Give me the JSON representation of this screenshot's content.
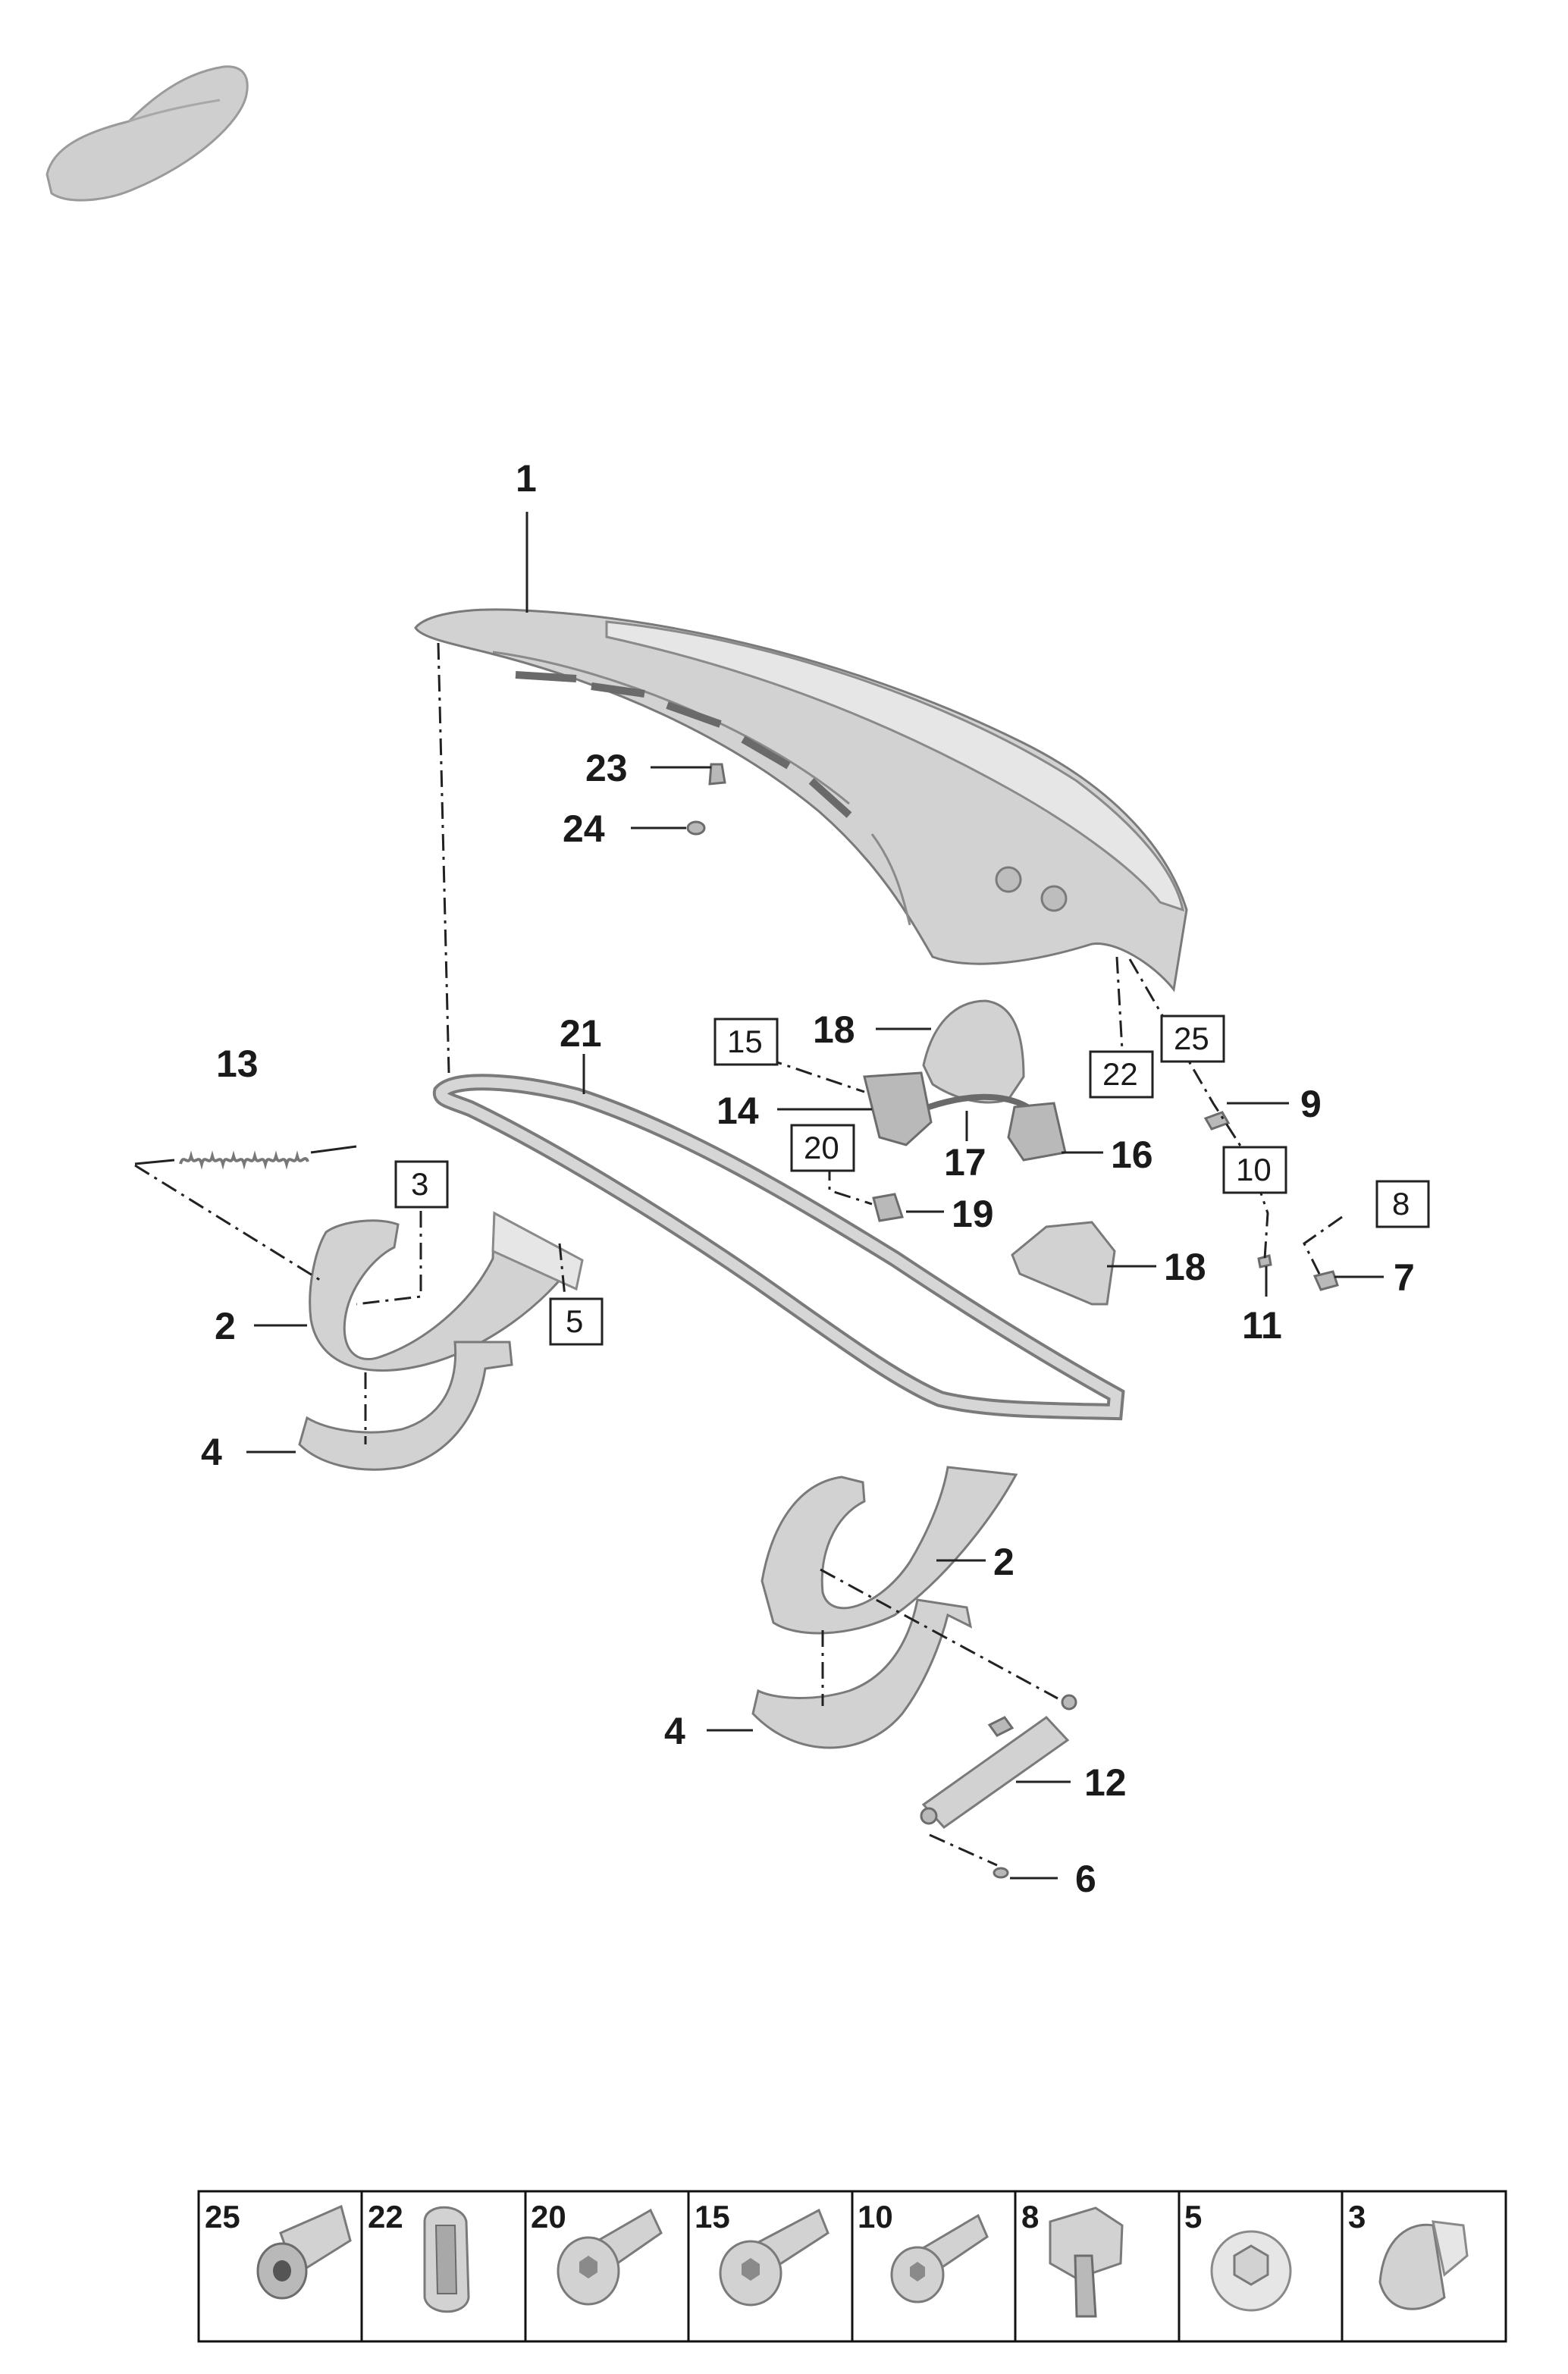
{
  "callouts": {
    "c1": "1",
    "c2a": "2",
    "c2b": "2",
    "c4a": "4",
    "c4b": "4",
    "c6": "6",
    "c7": "7",
    "c9": "9",
    "c11": "11",
    "c12": "12",
    "c13": "13",
    "c14": "14",
    "c16": "16",
    "c17": "17",
    "c18a": "18",
    "c18b": "18",
    "c19": "19",
    "c21": "21",
    "c23": "23",
    "c24": "24"
  },
  "boxed_callouts": {
    "b3": "3",
    "b5": "5",
    "b8": "8",
    "b10": "10",
    "b15": "15",
    "b20": "20",
    "b22": "22",
    "b25": "25"
  },
  "legend": {
    "items": [
      {
        "number": "25",
        "icon": "rivet-nut-icon"
      },
      {
        "number": "22",
        "icon": "buffer-icon"
      },
      {
        "number": "20",
        "icon": "torx-bolt-icon"
      },
      {
        "number": "15",
        "icon": "torx-bolt-icon"
      },
      {
        "number": "10",
        "icon": "torx-bolt-icon"
      },
      {
        "number": "8",
        "icon": "clip-nut-icon"
      },
      {
        "number": "5",
        "icon": "hex-nut-icon"
      },
      {
        "number": "3",
        "icon": "expanding-rivet-icon"
      }
    ]
  },
  "colors": {
    "part_fill": "#d2d2d2",
    "line": "#222222"
  }
}
